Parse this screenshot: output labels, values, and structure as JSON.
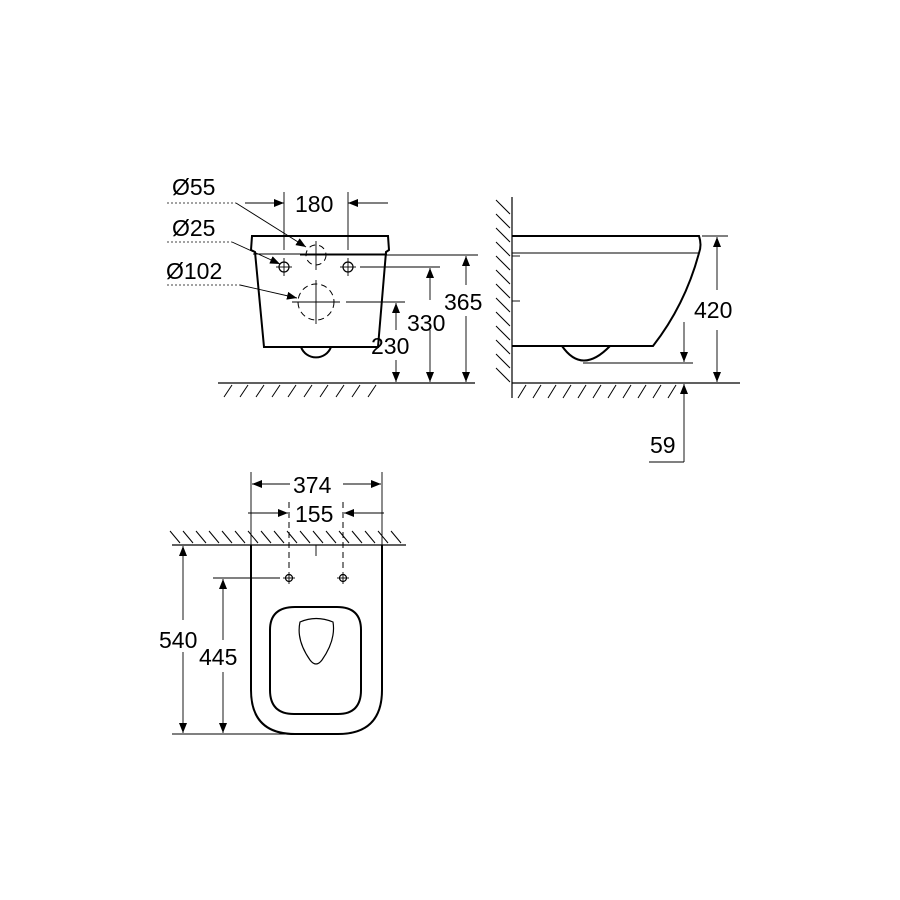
{
  "drawing": {
    "front_view": {
      "labels": {
        "dia_55": "Ø55",
        "dia_25": "Ø25",
        "dia_102": "Ø102",
        "width_180": "180",
        "h_365": "365",
        "h_330": "330",
        "h_230": "230"
      }
    },
    "side_view": {
      "labels": {
        "h_420": "420",
        "clear_59": "59"
      }
    },
    "top_view": {
      "labels": {
        "width_374": "374",
        "width_155": "155",
        "depth_540": "540",
        "depth_445": "445"
      }
    }
  }
}
